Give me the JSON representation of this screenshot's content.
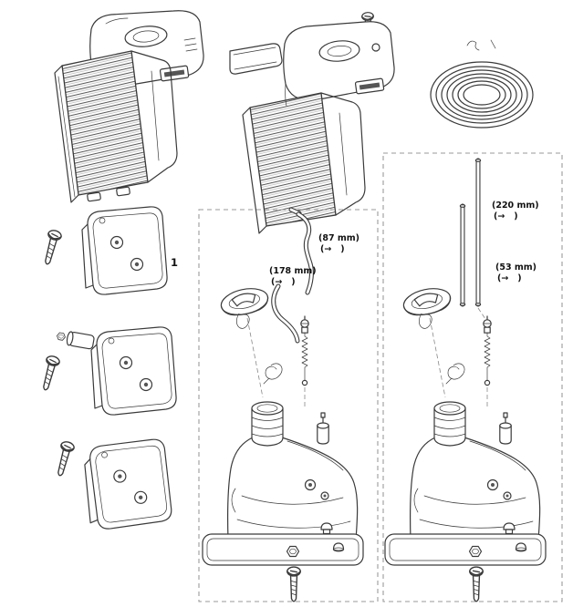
{
  "colors": {
    "line": "#3a3a3a",
    "dashed_box": "#9a9a9a",
    "leader": "#888888",
    "background": "#ffffff"
  },
  "callouts": {
    "muffler_ref": "1",
    "hose_87": "(87 mm)",
    "hose_178": "(178 mm)",
    "tube_220": "(220 mm)",
    "tube_53": "(53 mm)",
    "fitted_arrow": "(→   )"
  }
}
